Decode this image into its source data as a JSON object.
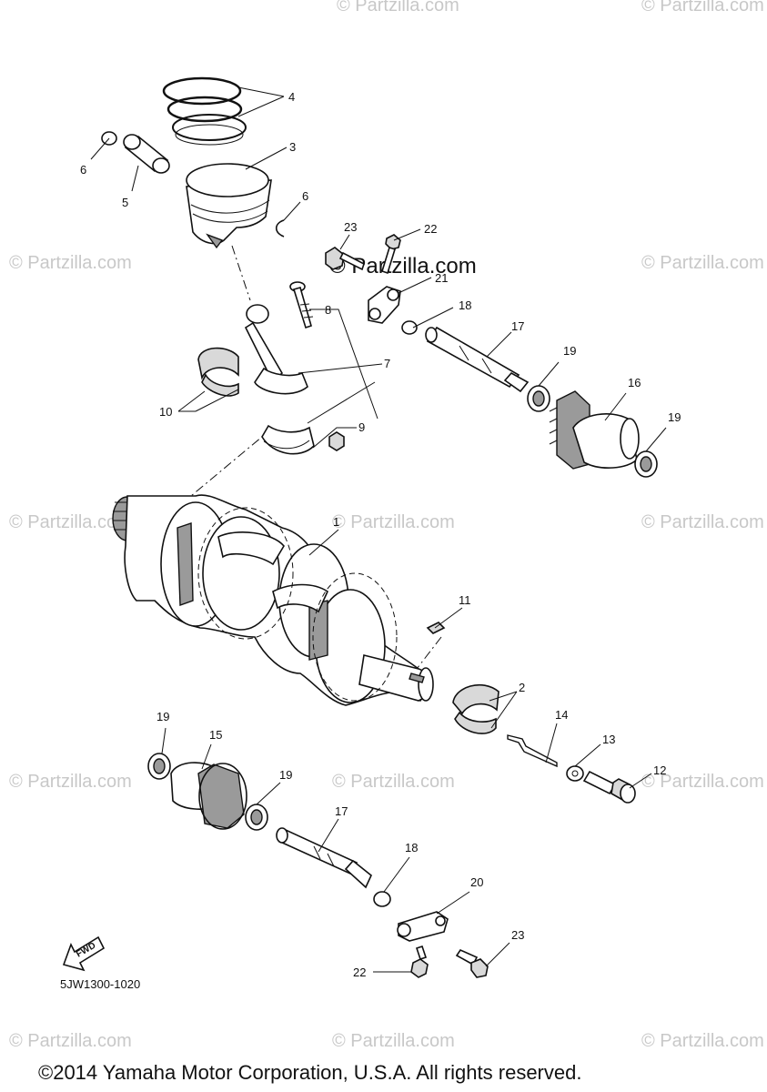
{
  "watermark": "© Partzilla.com",
  "watermark_center": "© Partzilla.com",
  "drawing_code": "5JW1300-1020",
  "fwd_label": "FWD",
  "copyright": "©2014 Yamaha Motor Corporation, U.S.A. All rights reserved.",
  "callouts": {
    "c1": "1",
    "c2": "2",
    "c3": "3",
    "c4": "4",
    "c5": "5",
    "c6a": "6",
    "c6b": "6",
    "c7": "7",
    "c8": "8",
    "c9": "9",
    "c10": "10",
    "c11": "11",
    "c12": "12",
    "c13": "13",
    "c14": "14",
    "c15": "15",
    "c16": "16",
    "c17a": "17",
    "c17b": "17",
    "c18a": "18",
    "c18b": "18",
    "c19a": "19",
    "c19b": "19",
    "c19c": "19",
    "c19d": "19",
    "c20": "20",
    "c21": "21",
    "c22a": "22",
    "c22b": "22",
    "c23a": "23",
    "c23b": "23"
  }
}
